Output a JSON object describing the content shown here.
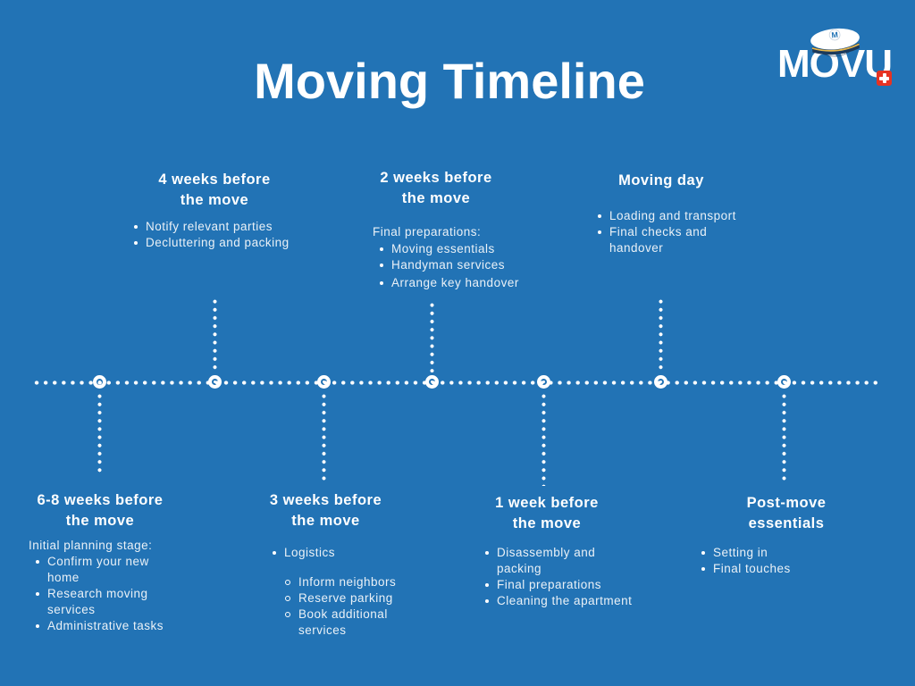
{
  "title": "Moving Timeline",
  "logo": {
    "text": "MOVU"
  },
  "colors": {
    "background": "#2273B5",
    "heading_text": "#FFFFFF",
    "body_text": "#EAF1F7",
    "swiss_cross_red": "#E63323",
    "hat_navy": "#1C3A5C",
    "hat_gold": "#E9B84C",
    "logo_monogram_blue": "#2273B5"
  },
  "milestones": [
    {
      "id": "6-8-weeks",
      "side": "below",
      "heading_lines": [
        "6-8 weeks before",
        "the move"
      ],
      "lead": "Initial planning stage:",
      "items": [
        "Confirm your new home",
        "Research moving services",
        "Administrative tasks"
      ]
    },
    {
      "id": "4-weeks",
      "side": "above",
      "heading_lines": [
        "4 weeks before",
        "the move"
      ],
      "items": [
        "Notify relevant parties",
        "Decluttering and packing"
      ]
    },
    {
      "id": "3-weeks",
      "side": "below",
      "heading_lines": [
        "3 weeks before",
        "the move"
      ],
      "items": [
        "Logistics"
      ],
      "subitems": [
        "Inform neighbors",
        "Reserve parking",
        "Book additional services"
      ]
    },
    {
      "id": "2-weeks",
      "side": "above",
      "heading_lines": [
        "2 weeks before",
        "the move"
      ],
      "lead": "Final preparations:",
      "items": [
        "Moving essentials",
        "Handyman services",
        "Arrange key handover"
      ]
    },
    {
      "id": "1-week",
      "side": "below",
      "heading_lines": [
        "1 week before",
        "the move"
      ],
      "items": [
        "Disassembly and packing",
        "Final preparations",
        "Cleaning the apartment"
      ]
    },
    {
      "id": "moving-day",
      "side": "above",
      "heading_lines": [
        "Moving day"
      ],
      "items": [
        "Loading and transport",
        "Final checks and handover"
      ]
    },
    {
      "id": "post-move",
      "side": "below",
      "heading_lines": [
        "Post-move",
        "essentials"
      ],
      "items": [
        "Setting in",
        "Final touches"
      ]
    }
  ]
}
